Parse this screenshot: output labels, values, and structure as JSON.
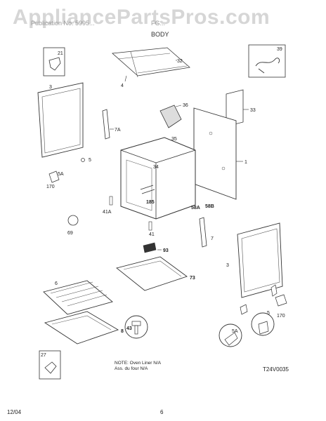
{
  "watermark": "AppliancePartsPros.com",
  "header": {
    "model_line": "Publication No. 5995...",
    "fg_label": "FG...",
    "section_title": "BODY"
  },
  "part_labels": {
    "p21": "21",
    "p32": "32",
    "p39": "39",
    "p3a": "3",
    "p4": "4",
    "p36": "36",
    "p33": "33",
    "p7a": "7A",
    "p35": "35",
    "p5a": "5",
    "p1": "1",
    "p34": "34",
    "p5aL": "5A",
    "p170a": "170",
    "p185": "185",
    "p41a": "41A",
    "p58a": "58A",
    "p58b": "58B",
    "p69": "69",
    "p41": "41",
    "p7": "7",
    "p93": "93",
    "p3b": "3",
    "p73": "73",
    "p6": "6",
    "p43": "43",
    "p8": "8",
    "p5b": "5",
    "p5aR": "5A",
    "p170b": "170",
    "p27": "27"
  },
  "note": {
    "line1": "NOTE: Oven Liner N/A",
    "line2": "Ass. du four N/A"
  },
  "figure_code": "T24V0035",
  "footer": {
    "date": "12/04",
    "page": "6"
  }
}
